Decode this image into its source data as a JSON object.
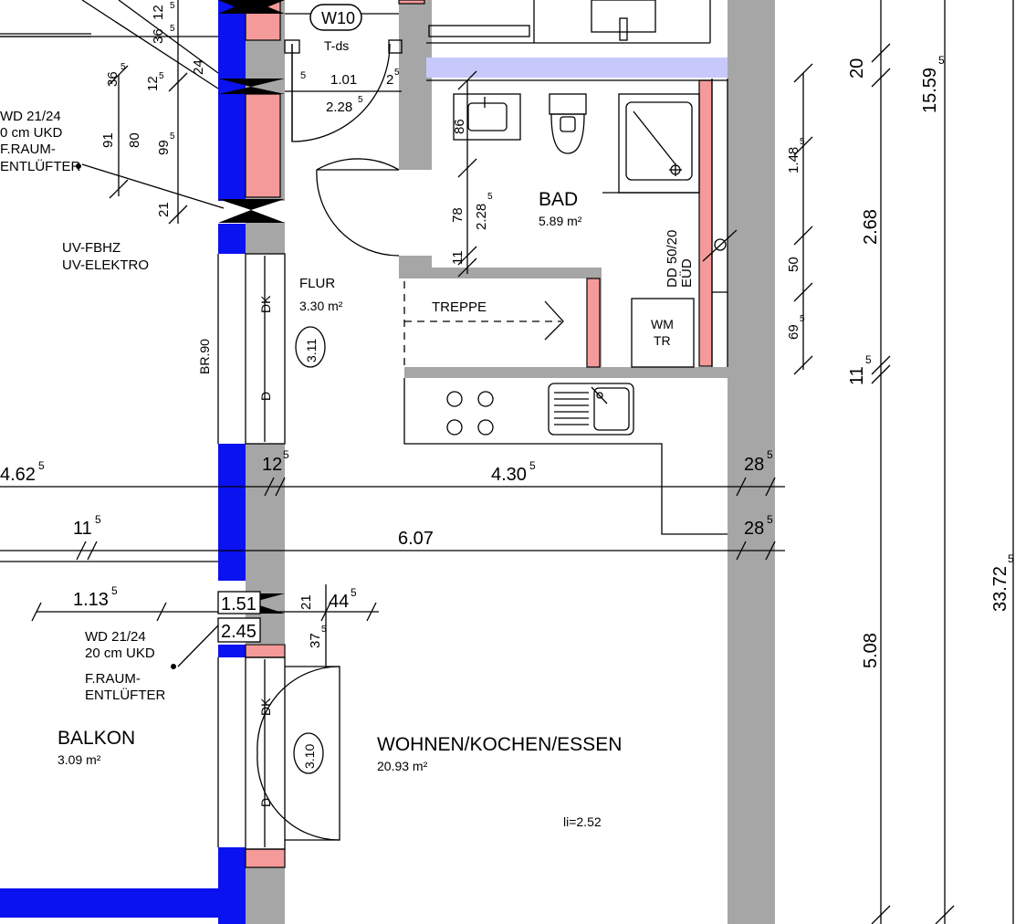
{
  "rooms": {
    "bad": {
      "name": "BAD",
      "area": "5.89 m²"
    },
    "flur": {
      "name": "FLUR",
      "area": "3.30 m²"
    },
    "wohnen": {
      "name": "WOHNEN/KOCHEN/ESSEN",
      "area": "20.93 m²",
      "height": "li=2.52"
    },
    "balkon": {
      "name": "BALKON",
      "area": "3.09 m²"
    }
  },
  "labels": {
    "treppe": "TREPPE",
    "uv_line1": "UV-FBHZ",
    "uv_line2": "UV-ELEKTRO",
    "wm": "WM",
    "tr": "TR",
    "dd_line1": "DD 50/20",
    "dd_line2": "EÜD",
    "br90": "BR.90",
    "dk": "DK",
    "d": "D",
    "w10": "W10",
    "tds": "T-ds",
    "door_311": "3.11",
    "door_310": "3.10",
    "wd_top_1": "WD 21/24",
    "wd_top_2": "0 cm UKD",
    "wd_top_3": "F.RAUM-",
    "wd_top_4": "ENTLÜFTER",
    "wd_bot_1": "WD 21/24",
    "wd_bot_2": "20 cm UKD",
    "wd_bot_3": "F.RAUM-",
    "wd_bot_4": "ENTLÜFTER"
  },
  "dims": {
    "d_12": "12",
    "d_365": "36",
    "d_365b": "36",
    "d_24": "24",
    "d_125": "12",
    "d_91": "91",
    "d_80": "80",
    "d_995": "99",
    "d_21a": "21",
    "d_101": "1.01",
    "d_2285a": "2.28",
    "d_2": "2",
    "d_5": "5",
    "d_86": "86",
    "d_78": "78",
    "d_2285b": "2.28",
    "d_11": "11",
    "d_20": "20",
    "d_15595": "15.59",
    "d_1485": "1.48",
    "d_268": "2.68",
    "d_50": "50",
    "d_695": "69",
    "d_115a": "11",
    "d_4625": "4.62",
    "d_125b": "12",
    "d_4305": "4.30",
    "d_285a": "28",
    "d_115b": "11",
    "d_607": "6.07",
    "d_285b": "28",
    "d_1135": "1.13",
    "d_151": "1.51",
    "d_245": "2.45",
    "d_21b": "21",
    "d_445": "44",
    "d_375": "37",
    "d_508": "5.08",
    "d_33725": "33.72",
    "sup5": "5"
  }
}
